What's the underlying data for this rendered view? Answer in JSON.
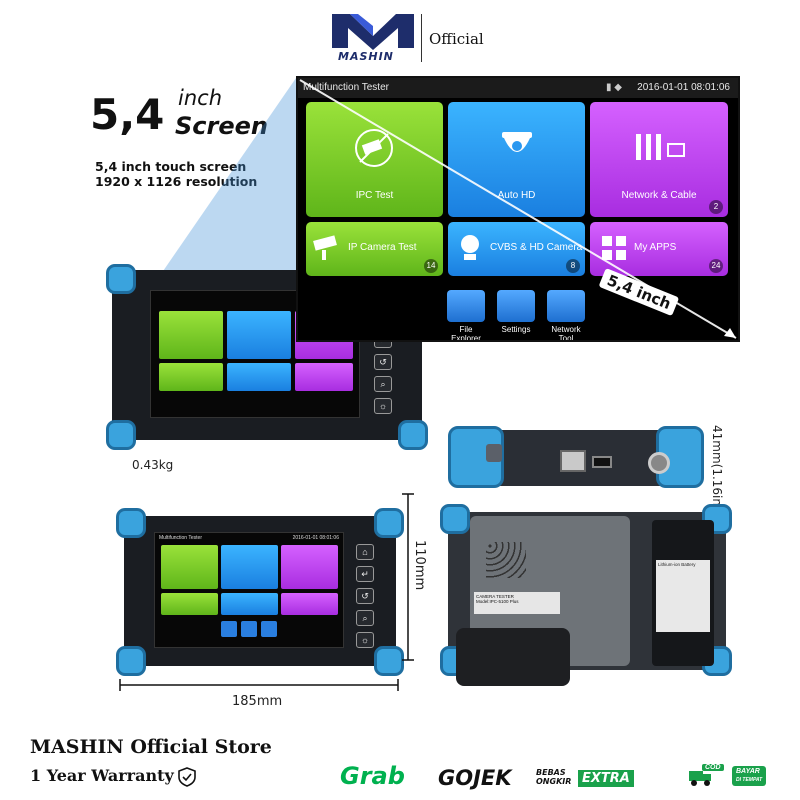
{
  "brand": {
    "name": "MASHIN",
    "official": "Official",
    "color": "#1e2d6b"
  },
  "headline": {
    "size": "5,4",
    "unit": "inch",
    "word": "Screen",
    "line1": "5,4 inch touch screen",
    "line2": "1920 x 1126 resolution"
  },
  "screen": {
    "title": "Multifunction Tester",
    "datetime": "2016-01-01 08:01:06",
    "tiles": [
      {
        "label": "IPC Test",
        "count": "",
        "color": "green"
      },
      {
        "label": "Auto HD",
        "count": "",
        "color": "blue"
      },
      {
        "label": "Network & Cable",
        "count": "2",
        "color": "purple"
      },
      {
        "label": "IP Camera Test",
        "count": "14",
        "color": "green"
      },
      {
        "label": "CVBS & HD Camera",
        "count": "8",
        "color": "blue"
      },
      {
        "label": "My APPS",
        "count": "24",
        "color": "purple"
      }
    ],
    "dock": [
      "File Explorer",
      "Settings",
      "Network Tool"
    ],
    "diagonal_label": "5,4 inch",
    "tile_colors": {
      "green": "#7ccd28",
      "blue": "#2a98f0",
      "purple": "#c246f5"
    }
  },
  "device": {
    "weight": "0.43kg",
    "thickness": "41mm(1.16in)",
    "height": "110mm",
    "width": "185mm",
    "accent_color": "#3aa3dd",
    "battery_label": "Lithium-ion Battery",
    "back_label_1": "CAMERA TESTER",
    "back_label_2": "Model:IPC-5100 Plus"
  },
  "footer": {
    "store": "MASHIN Official Store",
    "warranty": "1 Year Warranty",
    "partners": {
      "grab": "Grab",
      "gojek": "GOJEK",
      "bebas_1": "BEBAS",
      "bebas_2": "ONGKIR",
      "extra": "EXTRA",
      "cod": "COD",
      "bayar_1": "BAYAR",
      "bayar_2": "DI TEMPAT"
    }
  }
}
